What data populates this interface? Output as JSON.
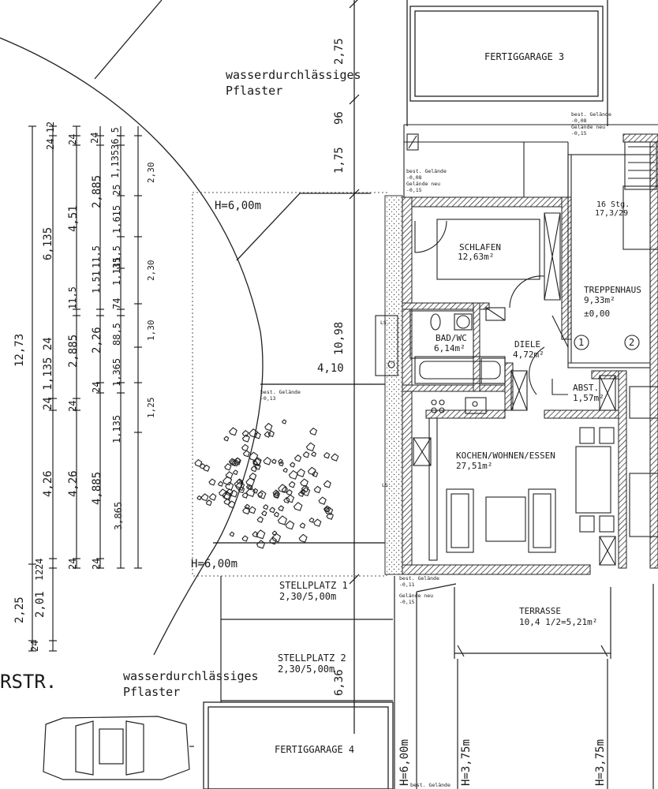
{
  "street": "RSTR.",
  "paving": [
    "wasserdurchlässiges",
    "Pflaster"
  ],
  "garages": {
    "g3": "FERTIGGARAGE 3",
    "g4": "FERTIGGARAGE 4"
  },
  "heights": {
    "top": "H=6,00m",
    "left": "H=6,00m",
    "bottom": "H=6,00m",
    "terrace_left": "H=3,75m",
    "terrace_right": "H=3,75m"
  },
  "parking": [
    {
      "title": "STELLPLATZ 1",
      "size": "2,30/5,00m"
    },
    {
      "title": "STELLPLATZ 2",
      "size": "2,30/5,00m"
    }
  ],
  "rooms": {
    "schlafen": {
      "name": "SCHLAFEN",
      "area": "12,63m²"
    },
    "bad": {
      "name": "BAD/WC",
      "area": "6,14m²"
    },
    "diele": {
      "name": "DIELE",
      "area": "4,72m²"
    },
    "treppenhaus": {
      "name": "TREPPENHAUS",
      "area": "9,33m²",
      "level": "±0,00"
    },
    "stairs": {
      "count": "16 Stg.",
      "ratio": "17,3/29"
    },
    "abst": {
      "name": "ABST.",
      "area": "1,57m²"
    },
    "kochen": {
      "name": "KOCHEN/WOHNEN/ESSEN",
      "area": "27,51m²"
    },
    "terrasse": {
      "name": "TERRASSE",
      "area": "10,4 1/2=5,21m²"
    }
  },
  "unit_markers": [
    "1",
    "2"
  ],
  "ls_labels": [
    "LS.",
    "LS."
  ],
  "terrain_notes": {
    "top": [
      "best. Gelände",
      "-0,08",
      "Gelände neu",
      "-0,15"
    ],
    "mid": [
      "best. Gelände",
      "-0,13"
    ],
    "lower": [
      "best. Gelände",
      "-0,11",
      "Gelände neu",
      "-0,15"
    ],
    "corner": [
      "best. Gelände",
      "-0,08",
      "Gelände neu",
      "-0,15"
    ],
    "bottom": "best. Gelände"
  },
  "dimensions": {
    "vertical_axis": [
      "2,75",
      "96",
      "1,75",
      "10,98",
      "6,36"
    ],
    "horizontal": "4,10",
    "chain1": [
      "12,73",
      "2,25"
    ],
    "chain2": [
      "6,135",
      "24 1,135 24",
      "24",
      "2,01",
      "12",
      "24"
    ],
    "chain3": [
      "24",
      "24",
      "4,51",
      "11,5",
      "2,885",
      "24",
      "4,26",
      "24"
    ],
    "chain4": [
      "24",
      "2,885",
      "11,5",
      "1,51",
      "2,26",
      "24",
      "4,885",
      "24"
    ],
    "chain5": [
      "36,5",
      "1,135",
      "25",
      "1,615",
      "11,5",
      "1,135",
      "74",
      "88,5",
      "1,365",
      "1,135",
      "3,865"
    ],
    "chain6": [
      "2,30",
      "2,30",
      "1,30",
      "1,25"
    ],
    "top_ticks": [
      "24 12",
      "24",
      "24"
    ]
  }
}
